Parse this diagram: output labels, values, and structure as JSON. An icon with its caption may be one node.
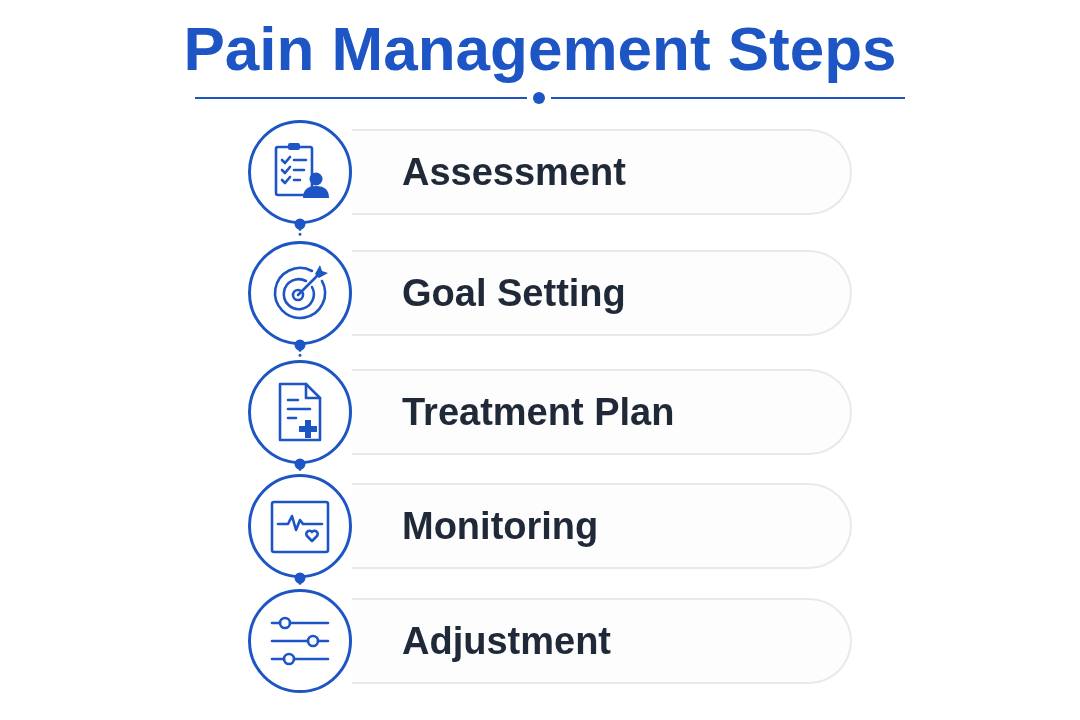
{
  "diagram": {
    "title": "Pain Management Steps",
    "nodes": [
      {
        "text": [],
        "shape": "circle"
      },
      {
        "text": [
          "Assessment"
        ]
      },
      {
        "text": [],
        "shape": "circle"
      },
      {
        "text": [
          "Goal Setting"
        ]
      },
      {
        "text": [],
        "shape": "circle"
      },
      {
        "text": [
          "Treatment Plan"
        ]
      },
      {
        "text": [],
        "shape": "circle"
      },
      {
        "text": [
          "Monitoring"
        ]
      },
      {
        "text": [],
        "shape": "circle"
      },
      {
        "text": [
          "Adjustment"
        ]
      }
    ],
    "edges": [
      {
        "from": 0,
        "to": 2,
        "arrow": "other",
        "style": "dashed"
      },
      {
        "from": 2,
        "to": 4,
        "arrow": "other",
        "style": "dashed"
      },
      {
        "from": 4,
        "to": 6,
        "arrow": "other",
        "style": "dashed"
      },
      {
        "from": 6,
        "to": 8,
        "arrow": "other",
        "style": "dashed"
      }
    ]
  }
}
